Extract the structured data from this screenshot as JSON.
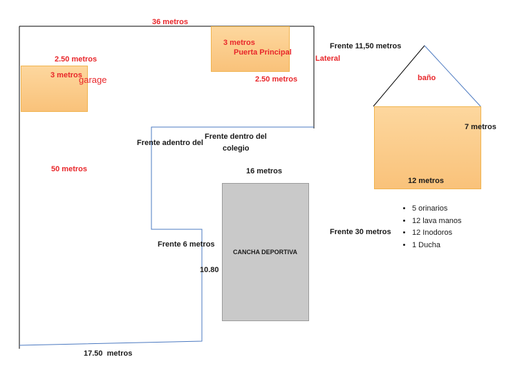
{
  "labels": {
    "top_width": "36 metros",
    "garage_width": "2.50 metros",
    "garage_depth": "3 metros",
    "garage": "garage",
    "main_door_depth": "3 metros",
    "main_door": "Puerta Principal",
    "main_door_width": "2.50 metros",
    "lateral": "Lateral",
    "left_side": "50 metros",
    "front_inside_1": "Frente adentro del",
    "front_inside_2a": "Frente dentro del",
    "front_inside_2b": "colegio",
    "court_width": "16 metros",
    "front_6": "Frente 6 metros",
    "court_height": "10.80",
    "court": "CANCHA DEPORTIVA",
    "bottom_width": "17.50  metros",
    "bath_front": "Frente 11,50 metros",
    "bath": "baño",
    "bath_depth": "7 metros",
    "bath_width": "12 metros",
    "front_30": "Frente 30 metros"
  },
  "fixtures": [
    "5 orinarios",
    "12 lava manos",
    "12 Inodoros",
    "1 Ducha"
  ],
  "colors": {
    "red_label": "#e8262a",
    "orange_fill": "#fbcf8e",
    "gray_fill": "#c9c9c9",
    "blue_line": "#4a78c0"
  }
}
